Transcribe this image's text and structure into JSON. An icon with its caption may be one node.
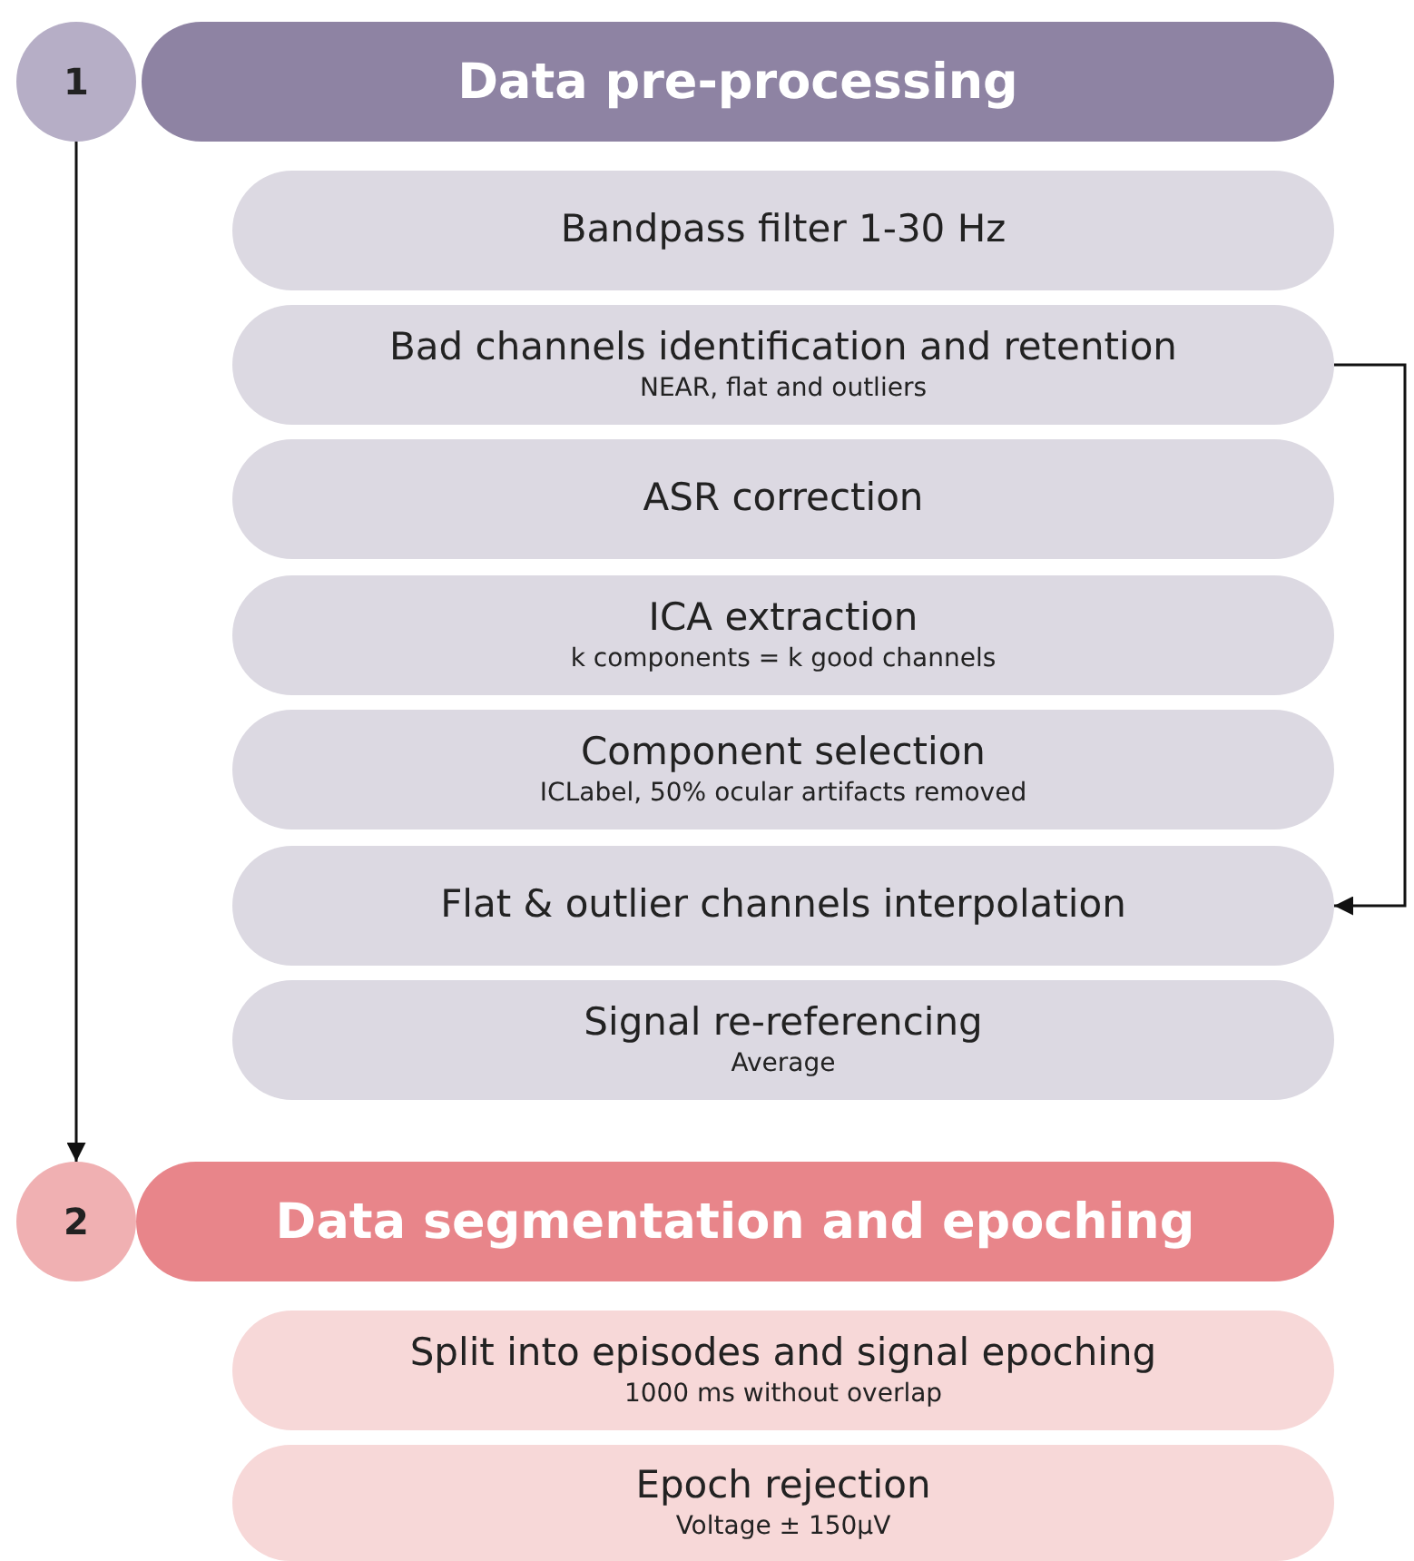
{
  "diagram": {
    "nodes": [
      {
        "text": [
          "1"
        ]
      },
      {
        "text": [
          "Data pre-processing"
        ]
      },
      {
        "text": [
          "Bandpass filter 1-30 Hz"
        ]
      },
      {
        "text": [
          "Bad channels identification and retention",
          "NEAR, flat and outliers"
        ]
      },
      {
        "text": [
          "ASR correction"
        ]
      },
      {
        "text": [
          "ICA extraction",
          "k components = k good channels"
        ]
      },
      {
        "text": [
          "Component selection",
          "ICLabel, 50% ocular artifacts removed"
        ]
      },
      {
        "text": [
          "Flat & outlier channels interpolation"
        ]
      },
      {
        "text": [
          "Signal re-referencing",
          "Average"
        ]
      },
      {
        "text": [
          "2"
        ]
      },
      {
        "text": [
          "Data segmentation and epoching"
        ]
      },
      {
        "text": [
          "Split into episodes and signal epoching",
          "1000 ms without overlap"
        ]
      },
      {
        "text": [
          "Epoch rejection",
          "Voltage ± 150µV"
        ]
      }
    ],
    "edges": [
      {
        "from": 0,
        "to": 9,
        "arrow": "to"
      },
      {
        "from": 3,
        "to": 7,
        "arrow": "to"
      }
    ]
  }
}
